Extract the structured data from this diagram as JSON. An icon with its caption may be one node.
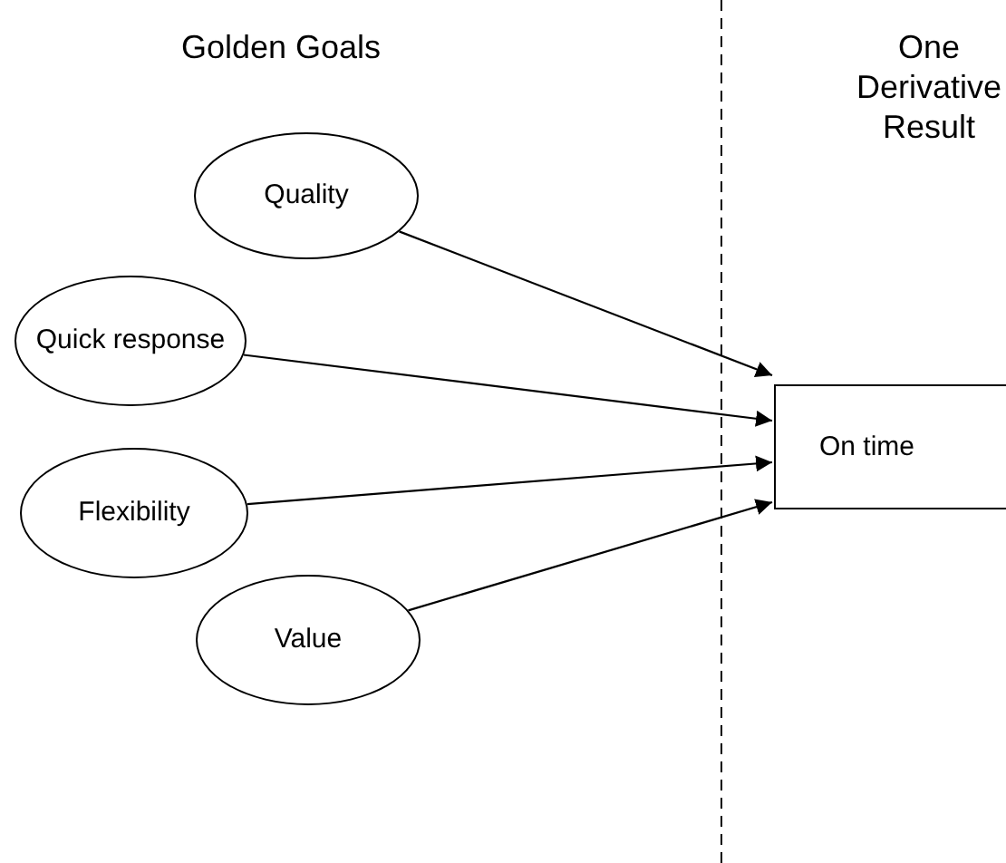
{
  "diagram": {
    "nodes": [
      {
        "text": [
          "Quality"
        ]
      },
      {
        "text": [
          "Quick response"
        ]
      },
      {
        "text": [
          "Flexibility"
        ]
      },
      {
        "text": [
          "Value"
        ]
      },
      {
        "text": [
          "On time"
        ]
      }
    ],
    "edges": [
      {
        "from": 0,
        "to": 4,
        "arrow": "to"
      },
      {
        "from": 1,
        "to": 4,
        "arrow": "to"
      },
      {
        "from": 2,
        "to": 4,
        "arrow": "to"
      },
      {
        "from": 3,
        "to": 4,
        "arrow": "to"
      }
    ],
    "labels": [
      "Golden Goals",
      "One Derivative Result"
    ]
  }
}
